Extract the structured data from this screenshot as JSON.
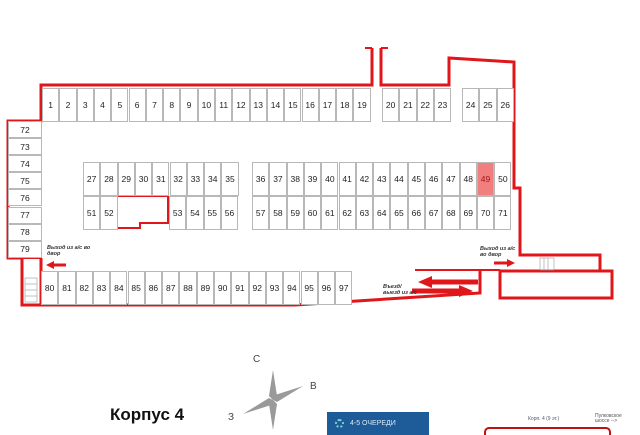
{
  "building_title": "Корпус 4",
  "rows": {
    "top_a": [
      "1",
      "2",
      "3",
      "4",
      "5",
      "6",
      "7",
      "8",
      "9",
      "10",
      "11",
      "12",
      "13",
      "14",
      "15",
      "16",
      "17",
      "18",
      "19"
    ],
    "top_b": [
      "20",
      "21",
      "22",
      "23"
    ],
    "top_c": [
      "24",
      "25",
      "26"
    ],
    "left_col": [
      "72",
      "73",
      "74",
      "75",
      "76",
      "77",
      "78",
      "79"
    ],
    "mid_a_row1": [
      "27",
      "28",
      "29",
      "30",
      "31",
      "32",
      "33",
      "34",
      "35"
    ],
    "mid_a_row2_left": [
      "51",
      "52"
    ],
    "mid_a_row2_right": [
      "53",
      "54",
      "55",
      "56"
    ],
    "mid_b_row1": [
      "36",
      "37",
      "38",
      "39",
      "40",
      "41",
      "42",
      "43",
      "44",
      "45",
      "46",
      "47",
      "48",
      "49",
      "50"
    ],
    "mid_b_row2": [
      "57",
      "58",
      "59",
      "60",
      "61",
      "62",
      "63",
      "64",
      "65",
      "66",
      "67",
      "68",
      "69",
      "70",
      "71"
    ],
    "bottom": [
      "80",
      "81",
      "82",
      "83",
      "84",
      "85",
      "86",
      "87",
      "88",
      "89",
      "90",
      "91",
      "92",
      "93",
      "94",
      "95",
      "96",
      "97"
    ]
  },
  "highlighted_spot": "49",
  "labels": {
    "exit_left": "Выход из а/с во двор",
    "exit_right": "Выход из а/с во двор",
    "entry_exit": "Въезд/выезд из а/с"
  },
  "compass": {
    "north": "С",
    "east": "В",
    "west": "З"
  },
  "queue_badge": "4-5 ОЧЕРЕДИ",
  "minimap": {
    "building": "Корп. 4 (9 эт.)",
    "road": "Пулковское шоссе -->"
  },
  "colors": {
    "wall": "#e0161b",
    "highlight": "#f27f7f",
    "badge": "#1d5c99"
  }
}
